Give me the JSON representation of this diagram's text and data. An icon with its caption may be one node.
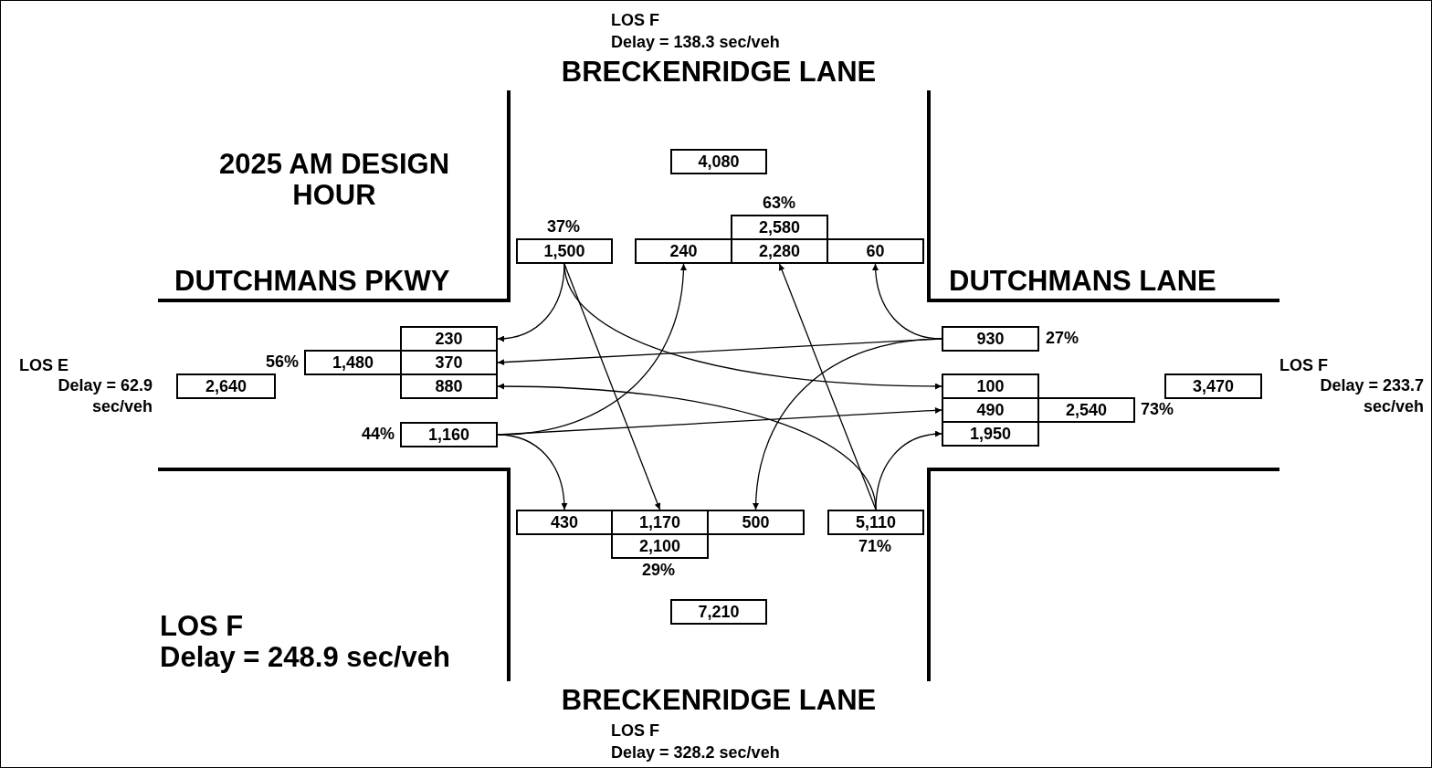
{
  "diagram": {
    "title": "2025 AM DESIGN HOUR",
    "nodes": [
      {
        "text": [
          "4,080"
        ]
      },
      {
        "text": [
          "2,580"
        ],
        "beside": [
          "63%"
        ]
      },
      {
        "text": [
          "1,500"
        ],
        "beside": [
          "37%"
        ]
      },
      {
        "text": [
          "240"
        ]
      },
      {
        "text": [
          "2,280"
        ]
      },
      {
        "text": [
          "60"
        ]
      },
      {
        "text": [
          "230"
        ]
      },
      {
        "text": [
          "1,480"
        ],
        "beside": [
          "56%"
        ]
      },
      {
        "text": [
          "370"
        ]
      },
      {
        "text": [
          "2,640"
        ]
      },
      {
        "text": [
          "880"
        ]
      },
      {
        "text": [
          "930"
        ],
        "beside": [
          "27%"
        ]
      },
      {
        "text": [
          "100"
        ]
      },
      {
        "text": [
          "3,470"
        ]
      },
      {
        "text": [
          "490"
        ]
      },
      {
        "text": [
          "2,540"
        ],
        "beside": [
          "73%"
        ]
      },
      {
        "text": [
          "1,950"
        ]
      },
      {
        "text": [
          "1,160"
        ],
        "beside": [
          "44%"
        ]
      },
      {
        "text": [
          "430"
        ]
      },
      {
        "text": [
          "1,170"
        ]
      },
      {
        "text": [
          "500"
        ]
      },
      {
        "text": [
          "5,110"
        ],
        "beside": [
          "71%"
        ]
      },
      {
        "text": [
          "2,100"
        ],
        "beside": [
          "29%"
        ]
      },
      {
        "text": [
          "7,210"
        ]
      }
    ],
    "edges": [
      {
        "from": 2,
        "to": 6,
        "arrow": "to"
      },
      {
        "from": 2,
        "to": 19,
        "arrow": "to"
      },
      {
        "from": 2,
        "to": 12,
        "arrow": "to"
      },
      {
        "from": 17,
        "to": 3,
        "arrow": "to"
      },
      {
        "from": 17,
        "to": 14,
        "arrow": "to"
      },
      {
        "from": 17,
        "to": 18,
        "arrow": "to"
      },
      {
        "from": 11,
        "to": 5,
        "arrow": "to"
      },
      {
        "from": 11,
        "to": 8,
        "arrow": "to"
      },
      {
        "from": 11,
        "to": 20,
        "arrow": "to"
      },
      {
        "from": 21,
        "to": 4,
        "arrow": "to"
      },
      {
        "from": 21,
        "to": 10,
        "arrow": "to"
      },
      {
        "from": 21,
        "to": 16,
        "arrow": "to"
      }
    ],
    "labels": [
      "LOS F",
      "Delay = 138.3 sec/veh",
      "BRECKENRIDGE LANE",
      "DUTCHMANS PKWY",
      "DUTCHMANS LANE",
      "LOS E",
      "Delay = 62.9 sec/veh",
      "LOS F",
      "Delay = 233.7 sec/veh",
      "LOS F",
      "Delay = 248.9 sec/veh",
      "BRECKENRIDGE LANE",
      "LOS F",
      "Delay = 328.2 sec/veh"
    ]
  }
}
